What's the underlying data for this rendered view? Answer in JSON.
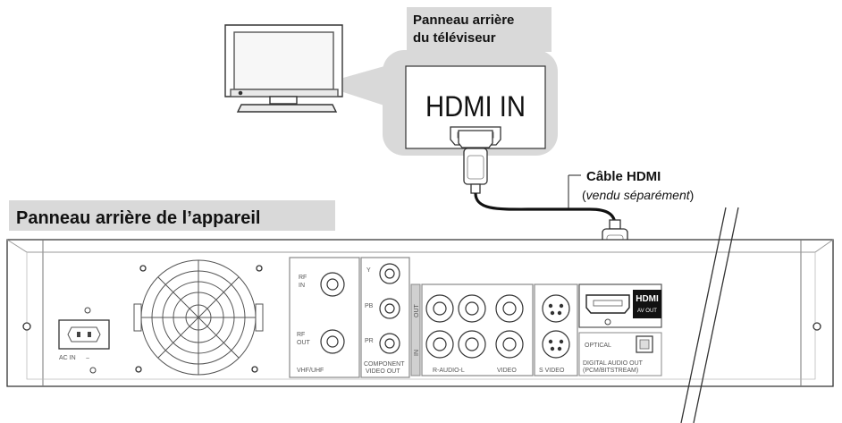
{
  "tv_panel": {
    "title_line1": "Panneau arrière",
    "title_line2": "du téléviseur",
    "port_label": "HDMI IN"
  },
  "cable": {
    "name": "Câble HDMI",
    "note_open": "(",
    "note": "vendu séparément",
    "note_close": ")"
  },
  "unit_panel": {
    "title": "Panneau arrière de l’appareil"
  },
  "unit_labels": {
    "ac_in": "AC IN",
    "ac_symbol": "~",
    "rf_in_1": "RF",
    "rf_in_2": "IN",
    "rf_out_1": "RF",
    "rf_out_2": "OUT",
    "vhf_uhf": "VHF/UHF",
    "comp_y": "Y",
    "comp_pb": "PB",
    "comp_pr": "PR",
    "component_1": "COMPONENT",
    "component_2": "VIDEO OUT",
    "out": "OUT",
    "in": "IN",
    "r_audio_l": "R-AUDIO-L",
    "video": "VIDEO",
    "s_video": "S VIDEO",
    "optical": "OPTICAL",
    "digital_1": "DIGITAL AUDIO OUT",
    "digital_2": "(PCM/BITSTREAM)",
    "hdmi_logo": "HDMI",
    "av_out": "AV OUT"
  },
  "colors": {
    "callout_fill": "#d9d9d9",
    "line": "#222222",
    "device_fill": "#ffffff",
    "grid_line": "#888888"
  }
}
